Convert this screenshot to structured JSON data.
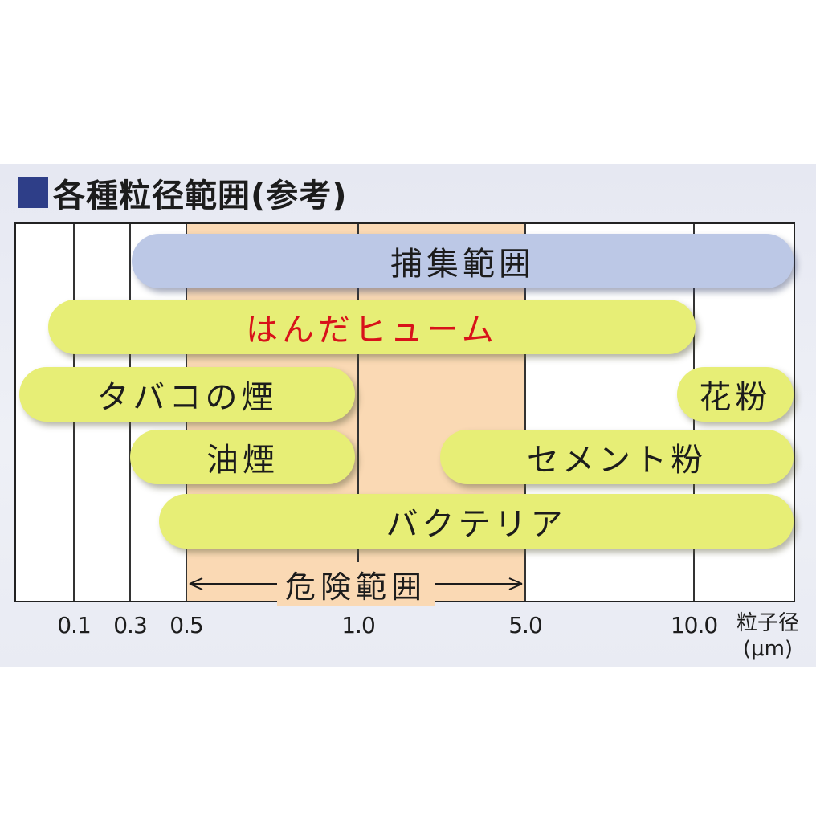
{
  "title": "各種粒径範囲(参考)",
  "chart_data": {
    "type": "bar",
    "title": "各種粒径範囲(参考)",
    "xlabel": "粒子径",
    "xunit": "(μm)",
    "xaxis": {
      "scale": "categorical-ticks",
      "ticks": [
        {
          "value": 0.1,
          "label": "0.1"
        },
        {
          "value": 0.3,
          "label": "0.3"
        },
        {
          "value": 0.5,
          "label": "0.5"
        },
        {
          "value": 1.0,
          "label": "1.0"
        },
        {
          "value": 5.0,
          "label": "5.0"
        },
        {
          "value": 10.0,
          "label": "10.0"
        }
      ]
    },
    "grid": true,
    "danger_range": {
      "label": "危険範囲",
      "from": 0.5,
      "to": 5.0
    },
    "ranges": [
      {
        "label": "捕集範囲",
        "from": 0.3,
        "to": 20,
        "style": "blue"
      },
      {
        "label": "はんだヒューム",
        "from": 0.07,
        "to": 10.0,
        "style": "red"
      },
      {
        "label": "タバコの煙",
        "from": 0.05,
        "to": 1.0,
        "style": "yellow"
      },
      {
        "label": "花粉",
        "from": 10.0,
        "to": 20,
        "style": "yellow"
      },
      {
        "label": "油煙",
        "from": 0.3,
        "to": 1.0,
        "style": "yellow"
      },
      {
        "label": "セメント粉",
        "from": 3.0,
        "to": 20,
        "style": "yellow"
      },
      {
        "label": "バクテリア",
        "from": 0.4,
        "to": 20,
        "style": "yellow"
      }
    ]
  },
  "colors": {
    "danger": "#fad9b4",
    "pill_yellow": "#e7ee76",
    "pill_blue": "#bcc8e6",
    "text_red": "#d8121a",
    "title_square": "#2e3e88"
  }
}
